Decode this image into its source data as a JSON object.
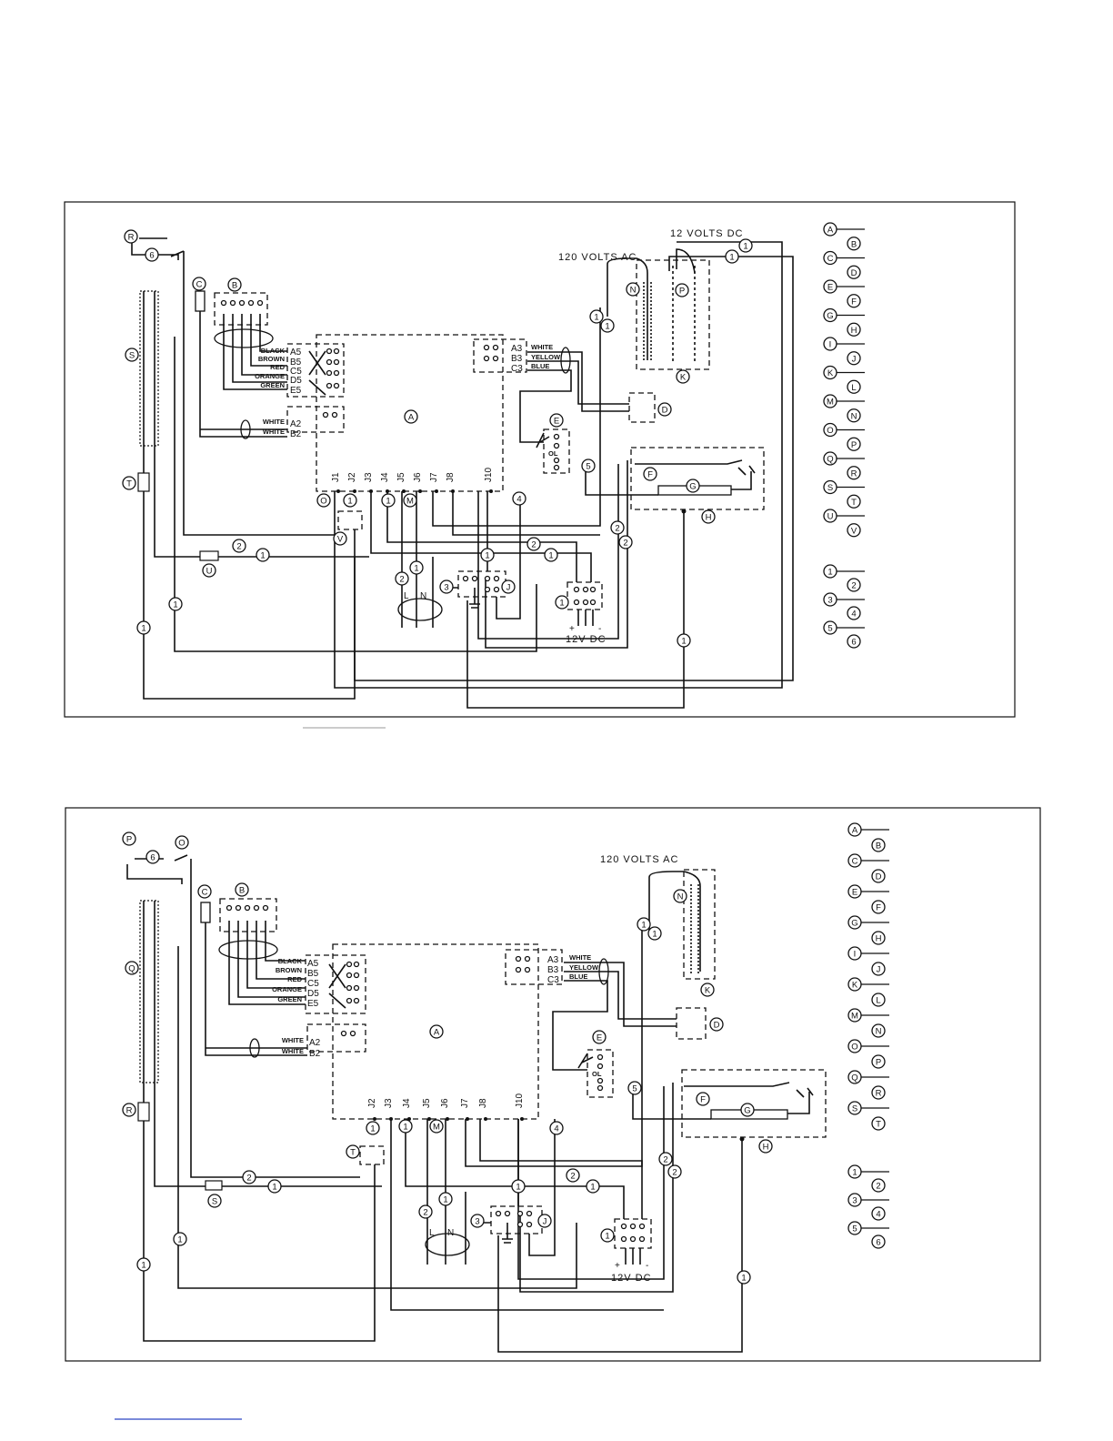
{
  "diagram1": {
    "title_ac": "120 VOLTS AC",
    "title_dc": "12 VOLTS DC",
    "dc_supply": "12V DC",
    "plus": "+",
    "minus": "-",
    "l_label": "L",
    "n_label": "N",
    "ol_label": "OL",
    "harness1_colors": [
      "BLACK",
      "BROWN",
      "RED",
      "ORANGE",
      "GREEN"
    ],
    "harness1_pins": [
      "A5",
      "B5",
      "C5",
      "D5",
      "E5"
    ],
    "harness2_colors": [
      "WHITE",
      "WHITE"
    ],
    "harness2_pins": [
      "A2",
      "B2"
    ],
    "harness3_colors": [
      "WHITE",
      "YELLOW",
      "BLUE"
    ],
    "harness3_pins": [
      "A3",
      "B3",
      "C3"
    ],
    "jacks": [
      "J1",
      "J2",
      "J3",
      "J4",
      "J5",
      "J6",
      "J7",
      "J8",
      "J10"
    ],
    "component_letters": [
      "A",
      "B",
      "C",
      "D",
      "E",
      "F",
      "G",
      "H",
      "J",
      "K",
      "M",
      "N",
      "O",
      "P",
      "R",
      "S",
      "T",
      "U",
      "V"
    ],
    "legend_letters": [
      "A",
      "B",
      "C",
      "D",
      "E",
      "F",
      "G",
      "H",
      "I",
      "J",
      "K",
      "L",
      "M",
      "N",
      "O",
      "P",
      "Q",
      "R",
      "S",
      "T",
      "U",
      "V"
    ],
    "legend_numbers": [
      "1",
      "2",
      "3",
      "4",
      "5",
      "6"
    ]
  },
  "diagram2": {
    "title_ac": "120 VOLTS AC",
    "dc_supply": "12V DC",
    "plus": "+",
    "minus": "-",
    "l_label": "L",
    "n_label": "N",
    "ol_label": "OL",
    "harness1_colors": [
      "BLACK",
      "BROWN",
      "RED",
      "ORANGE",
      "GREEN"
    ],
    "harness1_pins": [
      "A5",
      "B5",
      "C5",
      "D5",
      "E5"
    ],
    "harness2_colors": [
      "WHITE",
      "WHITE"
    ],
    "harness2_pins": [
      "A2",
      "B2"
    ],
    "harness3_colors": [
      "WHITE",
      "YELLOW",
      "BLUE"
    ],
    "harness3_pins": [
      "A3",
      "B3",
      "C3"
    ],
    "jacks": [
      "J2",
      "J3",
      "J4",
      "J5",
      "J6",
      "J7",
      "J8",
      "J10"
    ],
    "component_letters": [
      "A",
      "B",
      "C",
      "D",
      "E",
      "F",
      "G",
      "H",
      "J",
      "K",
      "M",
      "N",
      "O",
      "P",
      "Q",
      "R",
      "S",
      "T"
    ],
    "legend_letters": [
      "A",
      "B",
      "C",
      "D",
      "E",
      "F",
      "G",
      "H",
      "I",
      "J",
      "K",
      "L",
      "M",
      "N",
      "O",
      "P",
      "Q",
      "R",
      "S",
      "T"
    ],
    "legend_numbers": [
      "1",
      "2",
      "3",
      "4",
      "5",
      "6"
    ]
  }
}
